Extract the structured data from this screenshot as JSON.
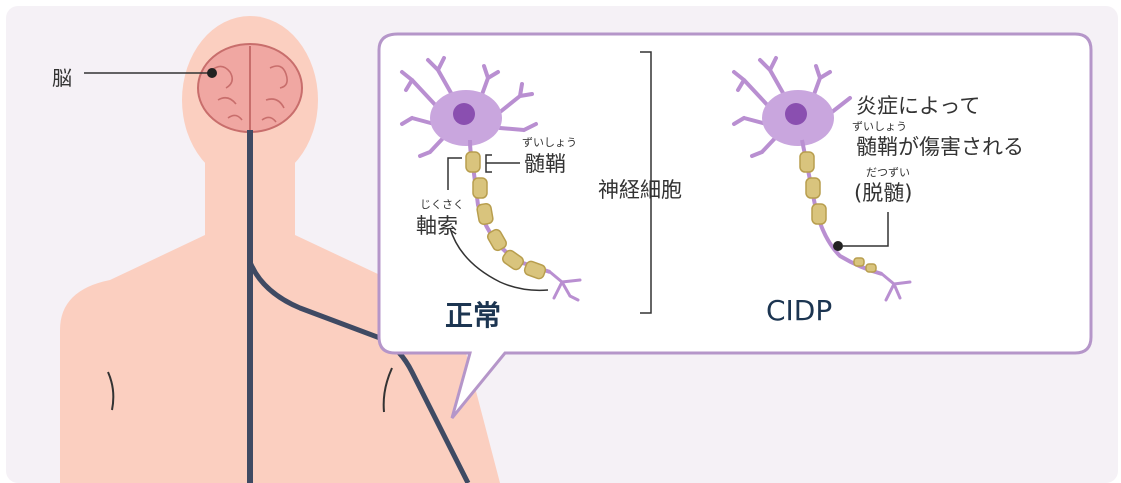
{
  "labels": {
    "brain": "脳",
    "myelin_ruby": "ずいしょう",
    "myelin": "髄鞘",
    "axon_ruby": "じくさく",
    "axon": "軸索",
    "nerve_cell": "神経細胞",
    "normal": "正常",
    "cidp": "CIDP",
    "inflammation": "炎症によって",
    "damage_ruby": "ずいしょう",
    "damage": "髄鞘が傷害される",
    "demyelination_ruby": "だつずい",
    "demyelination": "(脱髄)"
  },
  "colors": {
    "background": "#F5F1F6",
    "body": "#FBCFC0",
    "nerve_line": "#3F4A63",
    "bubble_border": "#B596C9",
    "neuron": "#B98FD1",
    "neuron_nucleus": "#8A4FB0",
    "myelin": "#D9C47D",
    "brain": "#F0A7A2",
    "title_text": "#1C3551"
  }
}
